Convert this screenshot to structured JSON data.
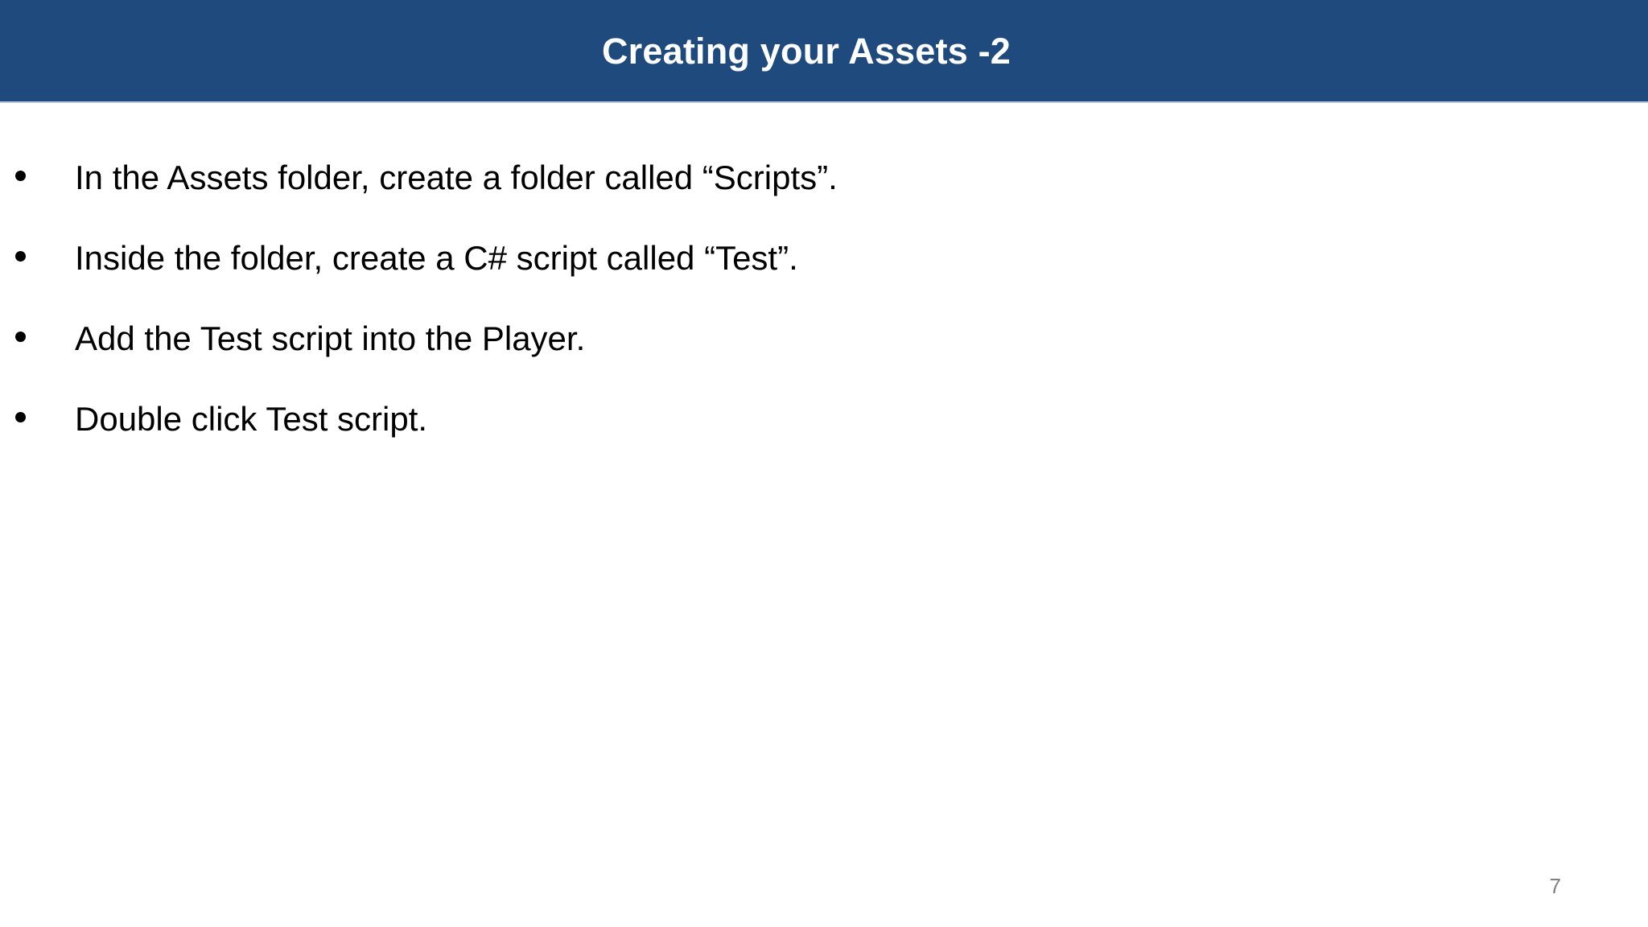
{
  "slide": {
    "title": "Creating your Assets -2",
    "page_number": "7",
    "colors": {
      "banner_background": "#1F4A7D",
      "banner_edge": "#7F9BBF",
      "title_text": "#FFFFFF",
      "body_text": "#000000",
      "body_background": "#FFFFFF",
      "page_number_text": "#808080",
      "bullet_marker": "#000000"
    },
    "bullets": [
      {
        "text": "In the Assets folder, create a folder called “Scripts”."
      },
      {
        "text": "Inside the folder, create a C# script called “Test”."
      },
      {
        "text": "Add the Test script into the Player."
      },
      {
        "text": "Double click Test script."
      }
    ]
  }
}
